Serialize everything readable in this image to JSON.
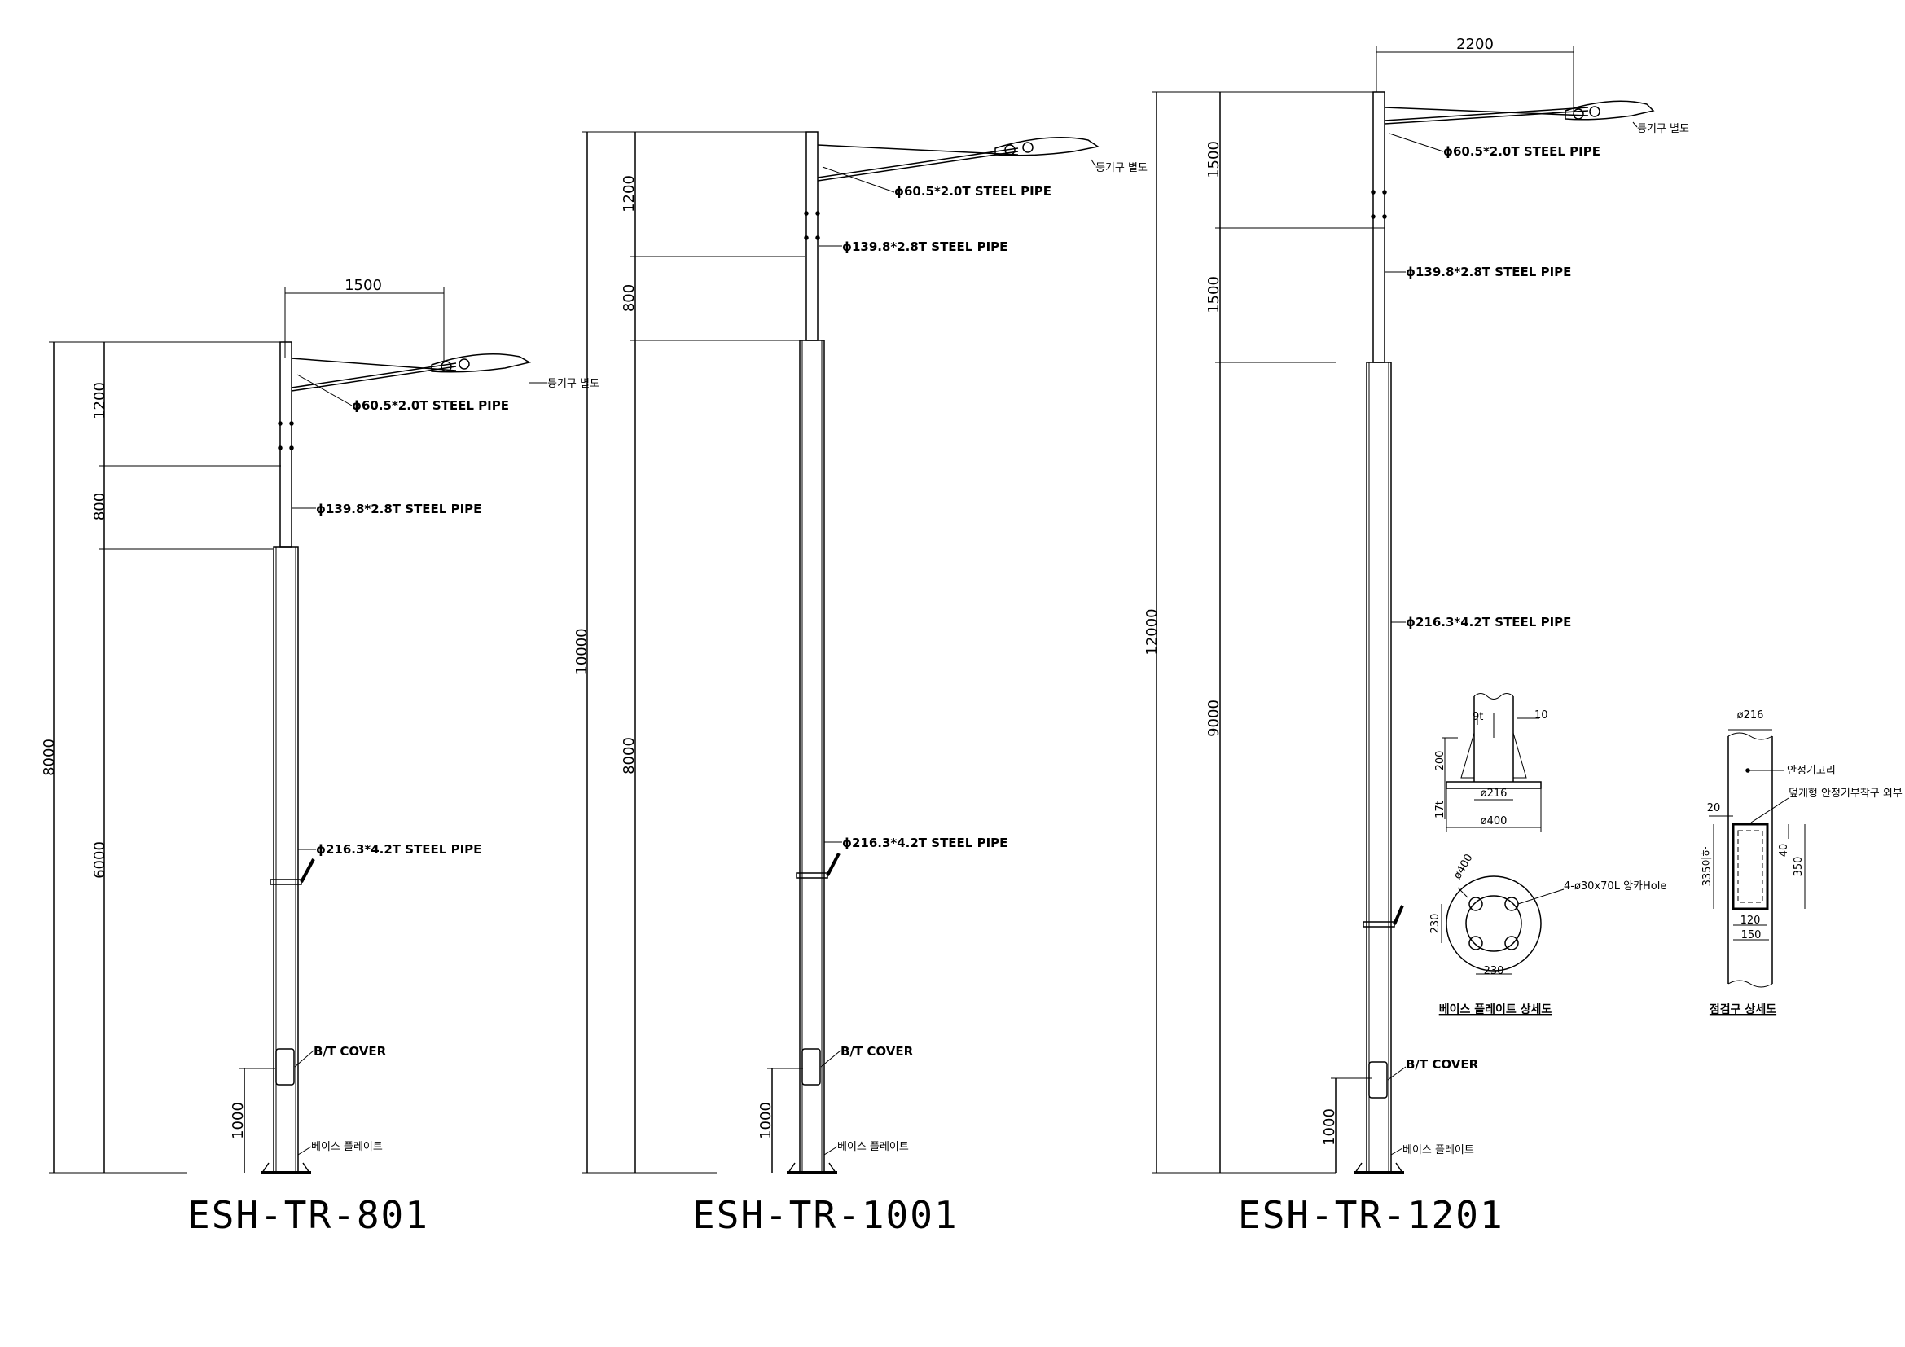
{
  "drawings": [
    {
      "title": "ESH-TR-801",
      "dims": {
        "total": "8000",
        "top": "1200",
        "mid": "800",
        "lower": "6000",
        "base": "1000",
        "arm": "1500"
      },
      "labels": {
        "arm_pipe": "ϕ60.5*2.0T STEEL PIPE",
        "mid_pipe": "ϕ139.8*2.8T STEEL PIPE",
        "low_pipe": "ϕ216.3*4.2T STEEL PIPE",
        "lamp": "등기구 별도",
        "cover": "B/T COVER",
        "base_plate": "베이스 플레이트"
      }
    },
    {
      "title": "ESH-TR-1001",
      "dims": {
        "total": "10000",
        "top": "1200",
        "mid": "800",
        "lower": "8000",
        "base": "1000"
      },
      "labels": {
        "arm_pipe": "ϕ60.5*2.0T STEEL PIPE",
        "mid_pipe": "ϕ139.8*2.8T STEEL PIPE",
        "low_pipe": "ϕ216.3*4.2T STEEL PIPE",
        "lamp": "등기구 별도",
        "cover": "B/T COVER",
        "base_plate": "베이스 플레이트"
      }
    },
    {
      "title": "ESH-TR-1201",
      "dims": {
        "total": "12000",
        "top": "1500",
        "mid": "1500",
        "lower": "9000",
        "base": "1000",
        "arm": "2200"
      },
      "labels": {
        "arm_pipe": "ϕ60.5*2.0T STEEL PIPE",
        "mid_pipe": "ϕ139.8*2.8T STEEL PIPE",
        "low_pipe": "ϕ216.3*4.2T STEEL PIPE",
        "lamp": "등기구 별도",
        "cover": "B/T COVER",
        "base_plate": "베이스 플레이트"
      }
    }
  ],
  "base_detail": {
    "title": "베이스 플레이트 상세도",
    "dims": {
      "t9": "9t",
      "rib": "10",
      "h200": "200",
      "t17": "17t",
      "d216": "ø216",
      "d400": "ø400",
      "pcd": "ø400",
      "bolt": "4-ø30x70L 앙카Hole",
      "x230": "230",
      "y230": "230"
    }
  },
  "door_detail": {
    "title": "점검구 상세도",
    "dims": {
      "d216": "ø216",
      "hook": "안정기고리",
      "note": "덮개형 안정기부착구 외부",
      "w20": "20",
      "h335": "335이하",
      "h40": "40",
      "h350": "350",
      "w120": "120",
      "w150": "150"
    }
  }
}
